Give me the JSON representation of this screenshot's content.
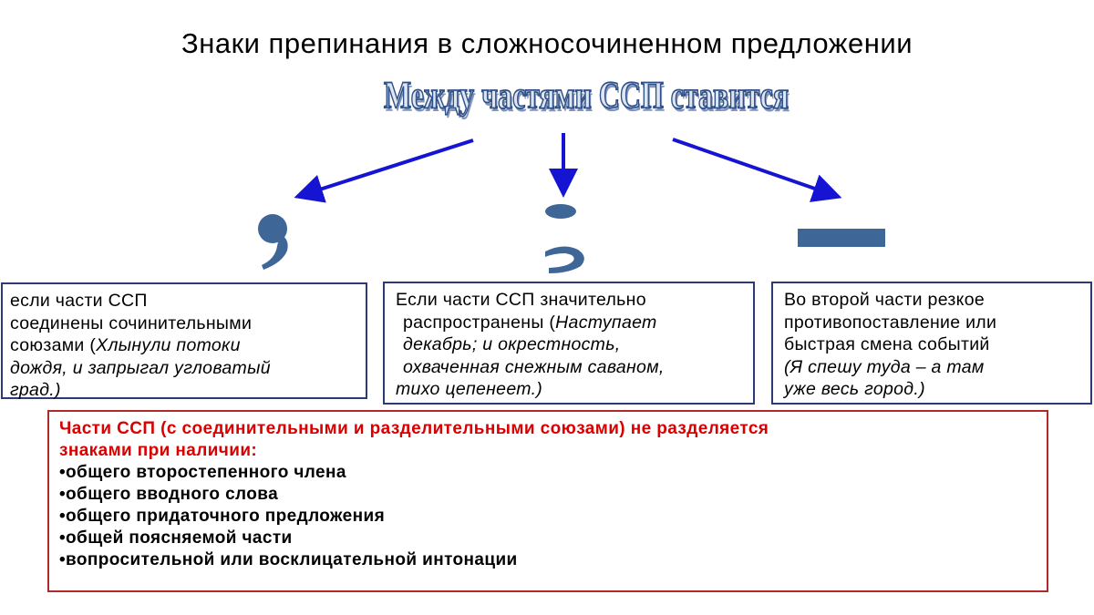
{
  "title": "Знаки препинания в сложносочиненном предложении",
  "subtitle": "Между частями ССП ставится",
  "colors": {
    "arrow": "#1414d2",
    "mark": "#3e6798",
    "box_border": "#2e3a74",
    "rule_border": "#b02a2a",
    "rule_heading": "#d80000",
    "wordart_fill": "#dde6f2",
    "wordart_outline": "#2f4f86"
  },
  "marks": {
    "comma": ",",
    "semicolon": ";",
    "dash": "—"
  },
  "boxes": {
    "comma": {
      "line1": "если части ССП",
      "line2": "соединены сочинительными",
      "line3_plain": " союзами (",
      "line3_italic": "Хлынули потоки",
      "line4": "дождя, и запрыгал угловатый",
      "line5": "град.)"
    },
    "semicolon": {
      "line1": "Если части ССП значительно",
      "line2_plain": "распространены (",
      "line2_italic": "Наступает",
      "line3": "декабрь; и окрестность,",
      "line4": "охваченная снежным саваном,",
      "line5": "тихо цепенеет.)"
    },
    "dash": {
      "line1": "Во второй части резкое",
      "line2": "противопоставление или",
      "line3": " быстрая смена событий",
      "line4": "(Я спешу туда – а там",
      "line5": "уже весь город.)"
    }
  },
  "rule": {
    "heading_line1": "Части ССП (с соединительными и разделительными союзами) не разделяется",
    "heading_line2": "знаками при наличии:",
    "items": [
      "•общего второстепенного члена",
      "•общего вводного слова",
      "•общего придаточного предложения",
      "•общей поясняемой части",
      "•вопросительной или восклицательной интонации"
    ]
  }
}
